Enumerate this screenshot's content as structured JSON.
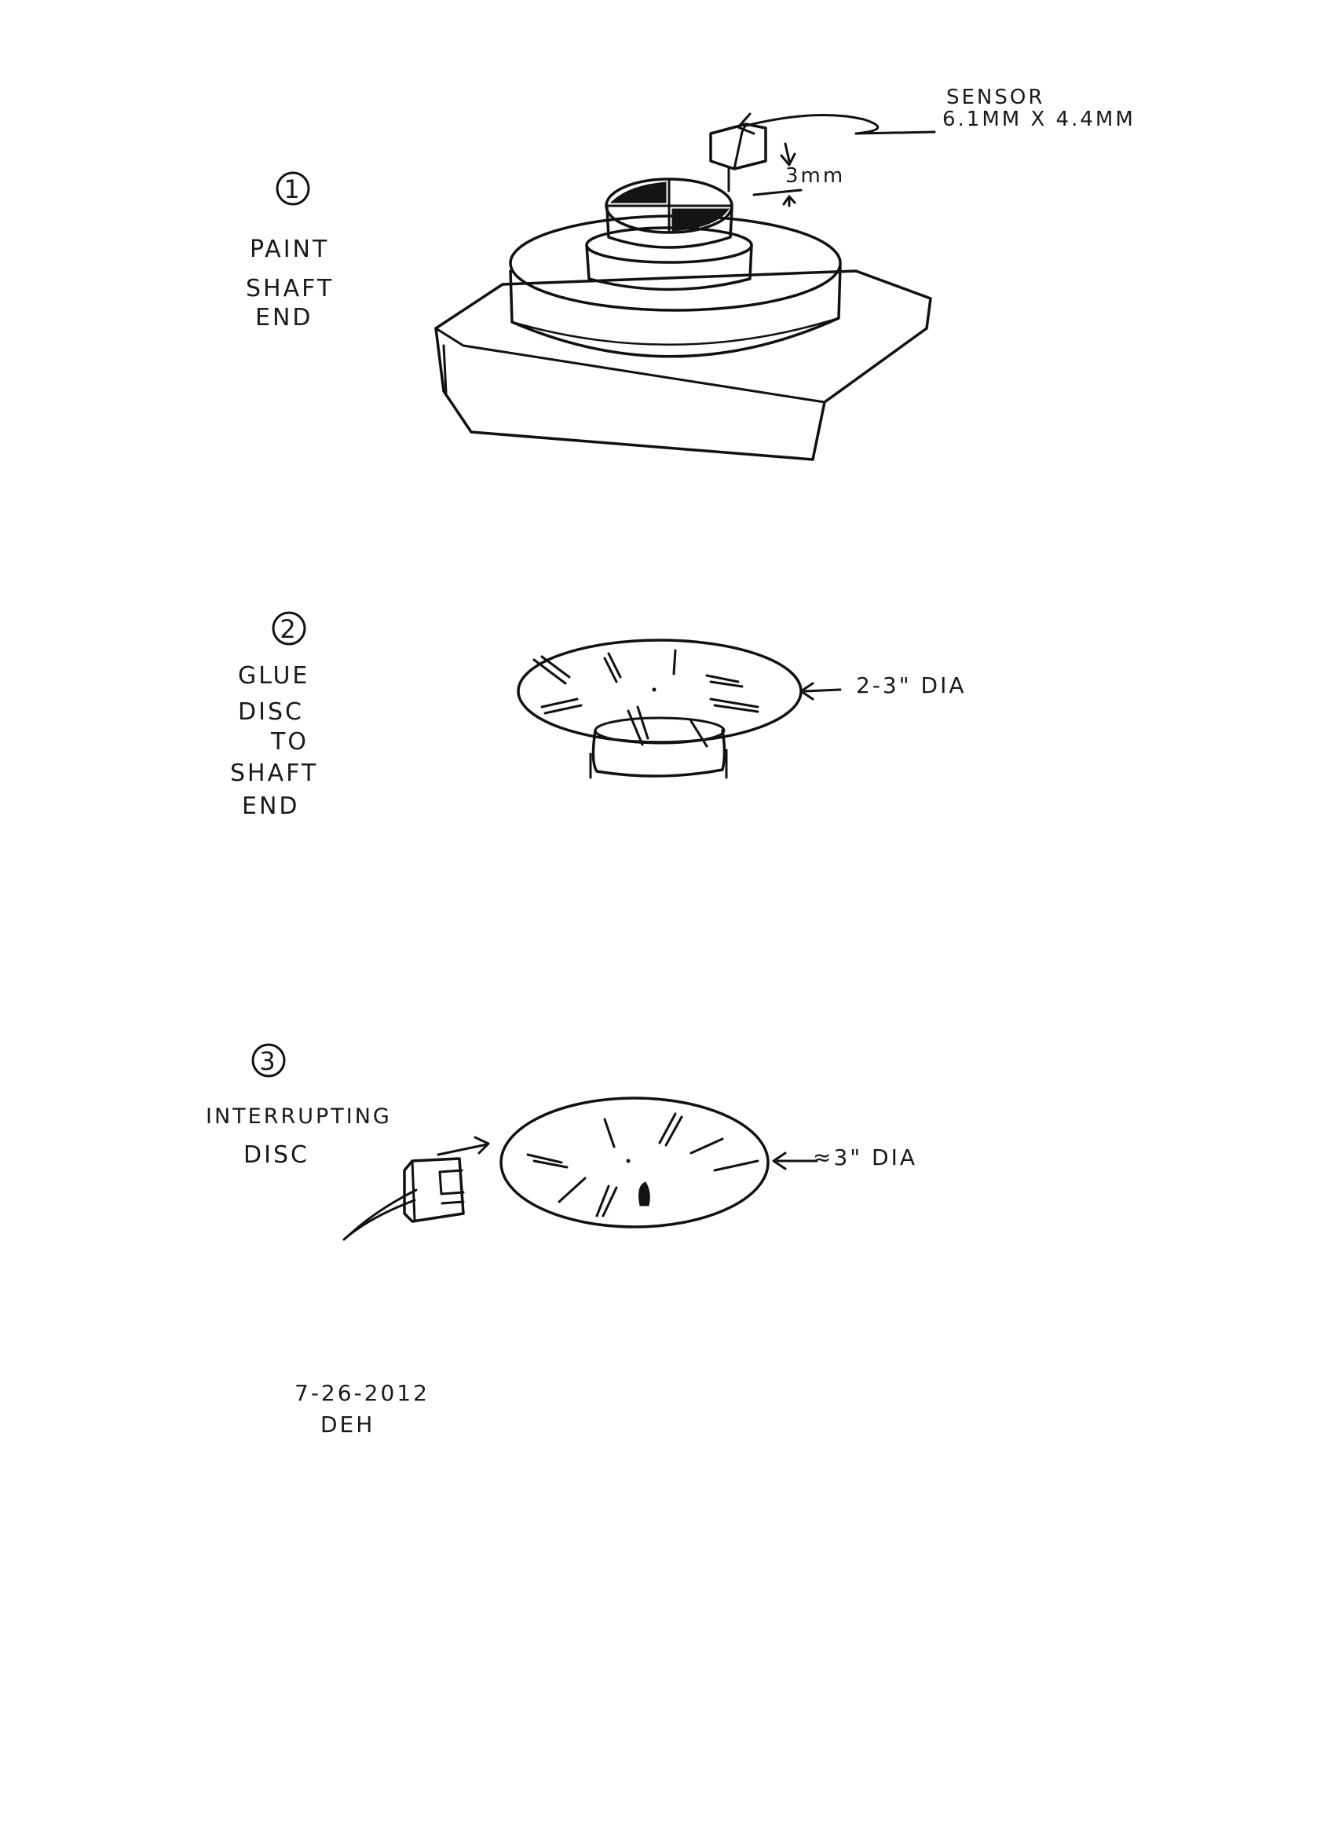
{
  "steps": [
    {
      "number": "1",
      "caption_lines": [
        "PAINT",
        "SHAFT",
        "END"
      ],
      "annotations": {
        "sensor_title": "SENSOR",
        "sensor_size": "6.1MM X 4.4MM",
        "gap": "3mm"
      }
    },
    {
      "number": "2",
      "caption_lines": [
        "GLUE",
        "DISC",
        "TO",
        "SHAFT",
        "END"
      ],
      "annotations": {
        "diameter": "2-3\" DIA"
      }
    },
    {
      "number": "3",
      "caption_lines": [
        "INTERRUPTING",
        "DISC"
      ],
      "annotations": {
        "diameter": "≈3\" DIA"
      }
    }
  ],
  "signature": {
    "date": "7-26-2012",
    "initials": "DEH"
  }
}
